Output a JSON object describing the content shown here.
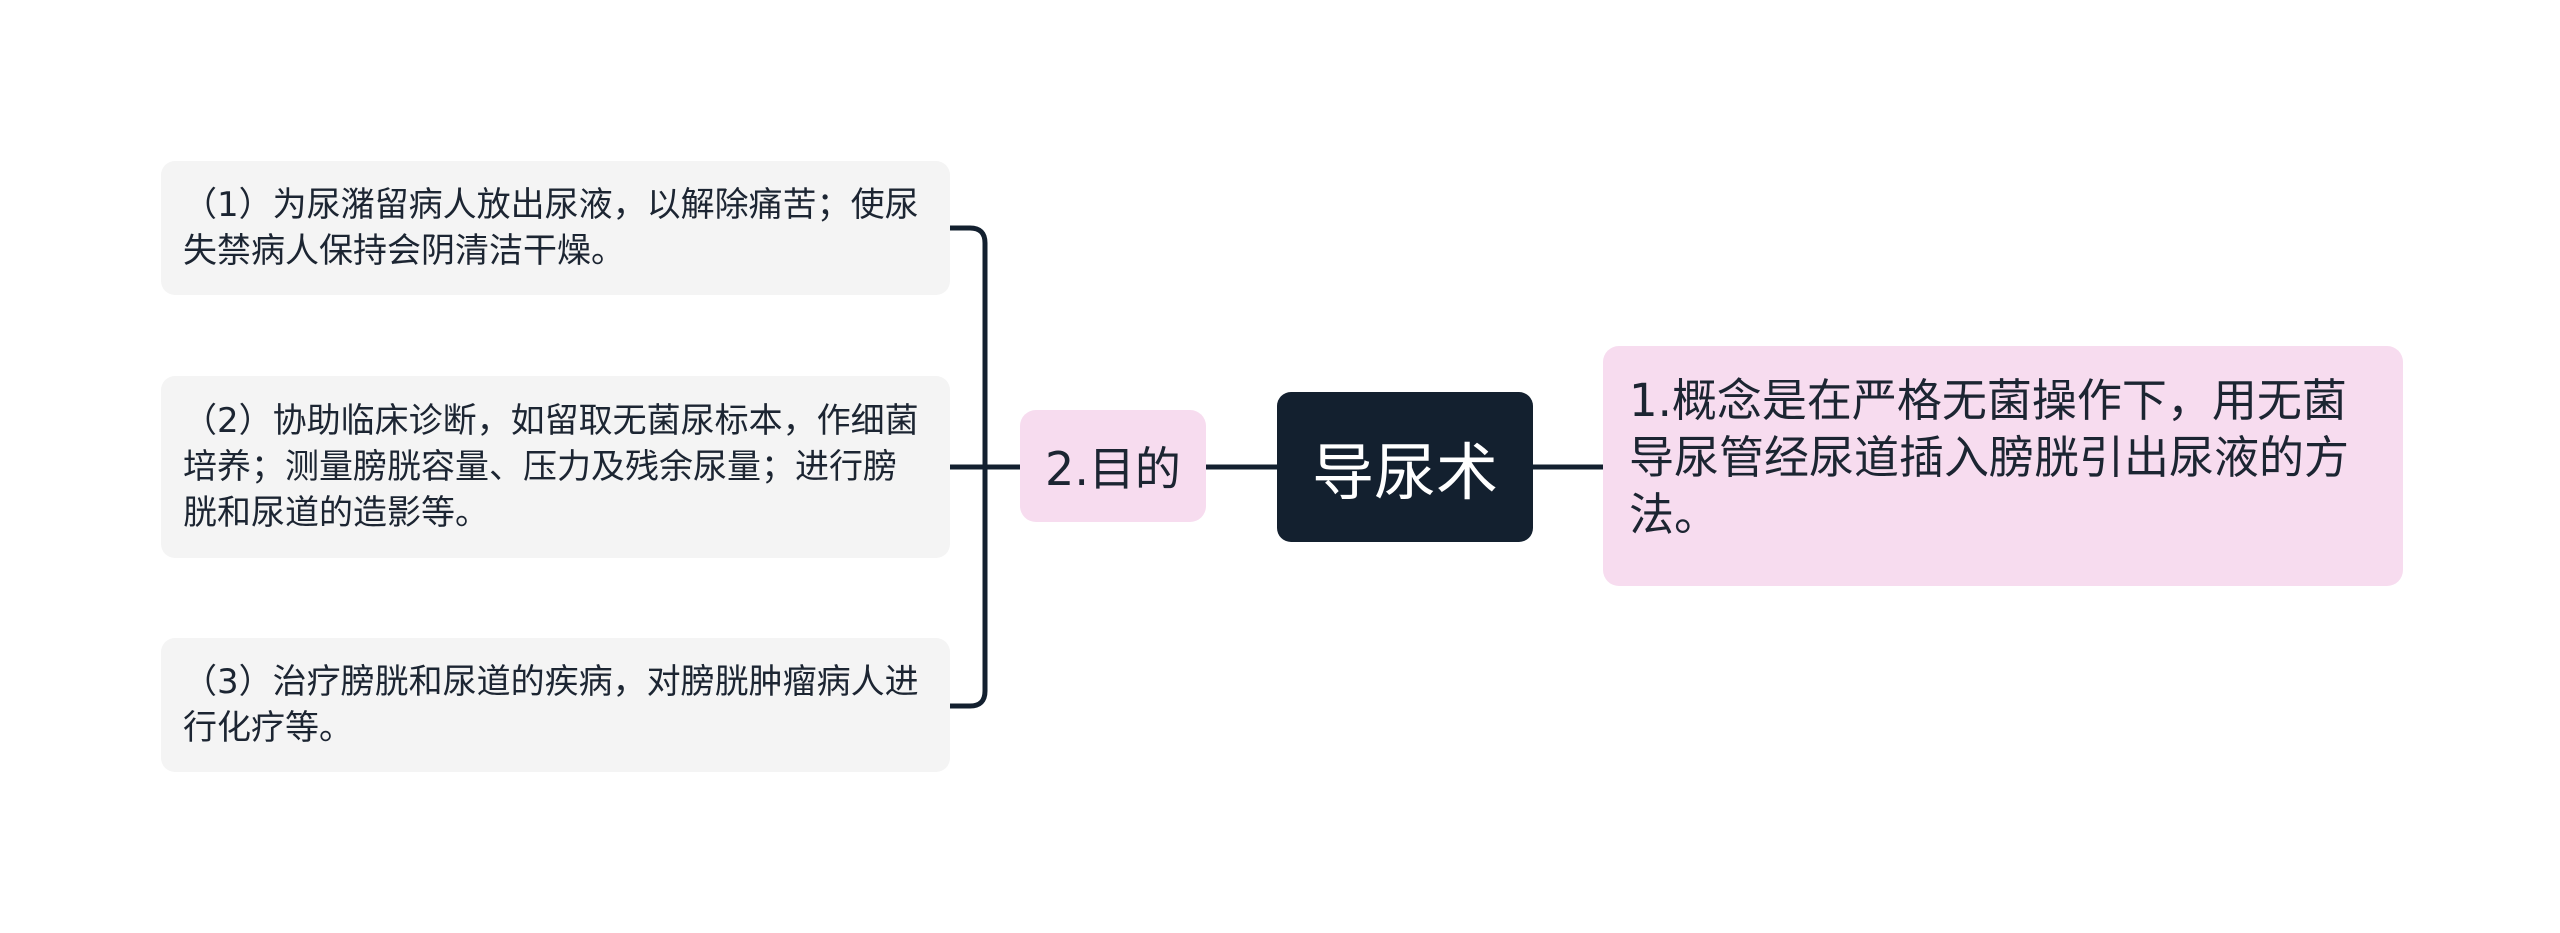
{
  "root": {
    "label": "导尿术"
  },
  "branches": {
    "concept": {
      "text": "1.概念是在严格无菌操作下，用无菌导尿管经尿道插入膀胱引出尿液的方法。"
    },
    "purpose": {
      "label": "2.目的",
      "items": [
        {
          "text": "（1）为尿潴留病人放出尿液，以解除痛苦；使尿失禁病人保持会阴清洁干燥。"
        },
        {
          "text": "（2）协助临床诊断，如留取无菌尿标本，作细菌培养；测量膀胱容量、压力及残余尿量；进行膀胱和尿道的造影等。"
        },
        {
          "text": "（3）治疗膀胱和尿道的疾病，对膀胱肿瘤病人进行化疗等。"
        }
      ]
    }
  },
  "colors": {
    "root_bg": "#13202f",
    "branch_bg": "#f7dcef",
    "leaf_bg": "#f4f4f4",
    "connector": "#13202f",
    "text": "#1c2532"
  }
}
